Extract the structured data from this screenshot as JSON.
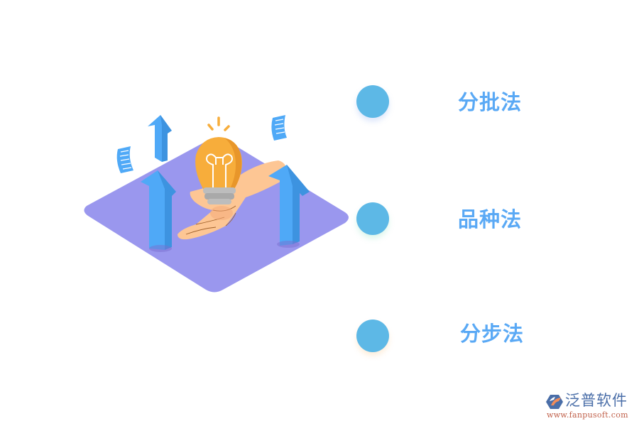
{
  "illustration": {
    "description": "isometric purple platform with hand holding glowing lightbulb, three blue upward arrows, two floating document papers",
    "icons": [
      "lightbulb-icon",
      "hand-icon",
      "up-arrow-icon",
      "document-icon"
    ],
    "colors": {
      "platform": "#9a97ee",
      "arrow": "#4fa9f7",
      "arrow_side": "#3d93e0",
      "bulb": "#f7ad3b",
      "bulb_shade": "#e8962a",
      "bulb_base": "#bdbdbd",
      "hand": "#fdc694",
      "paper": "#4fa9f7"
    }
  },
  "methods": [
    {
      "label": "分批法",
      "dot_color": "#5db8e6"
    },
    {
      "label": "品种法",
      "dot_color": "#5db8e6"
    },
    {
      "label": "分步法",
      "dot_color": "#5db8e6"
    }
  ],
  "label_color": "#5aa9f5",
  "watermark": {
    "brand": "泛普软件",
    "url": "www.fanpusoft.com",
    "icon": "fanpu-logo-icon"
  }
}
